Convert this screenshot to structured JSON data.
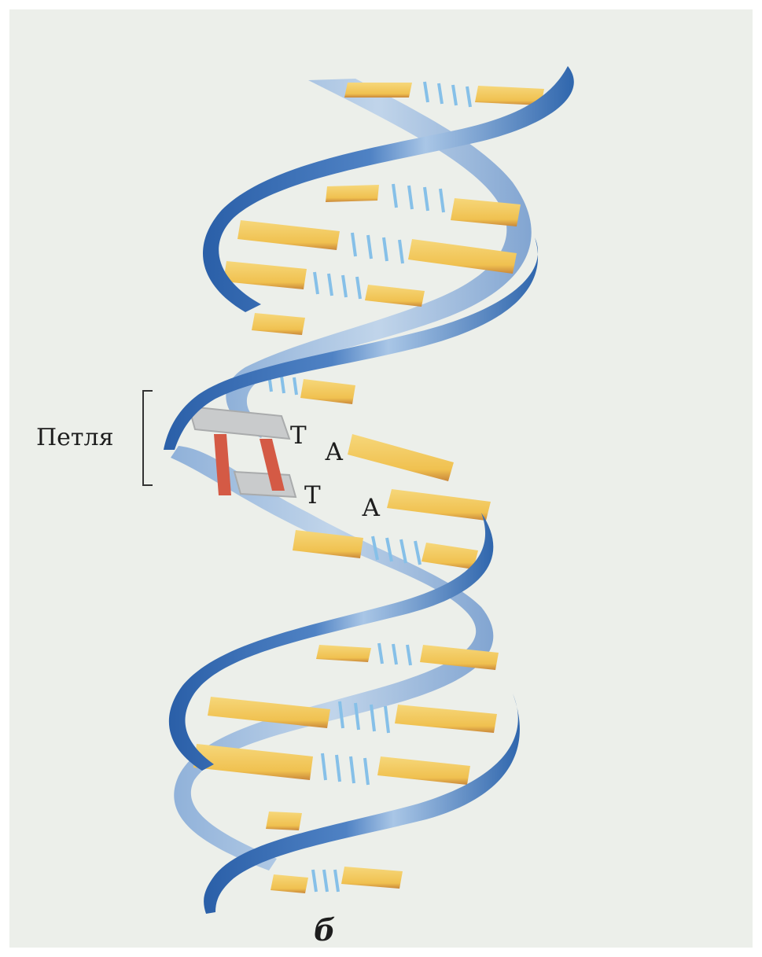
{
  "figure": {
    "loop_label": "Петля",
    "bases": [
      "Т",
      "А",
      "Т",
      "А"
    ],
    "panel_letter": "б"
  },
  "colors": {
    "background": "#ecefea",
    "strand_dark": "#2f66ad",
    "strand_light": "#9fbde0",
    "base_yellow": "#f2c55a",
    "base_edge": "#c9873a",
    "hydrogen_bond": "#86c0e8",
    "mispaired_base_gray": "#c9cbcc",
    "crosslink_red": "#d45a45",
    "bracket": "#333333"
  },
  "icons": {
    "helix": "dna-double-helix",
    "loop_bracket": "square-bracket"
  }
}
